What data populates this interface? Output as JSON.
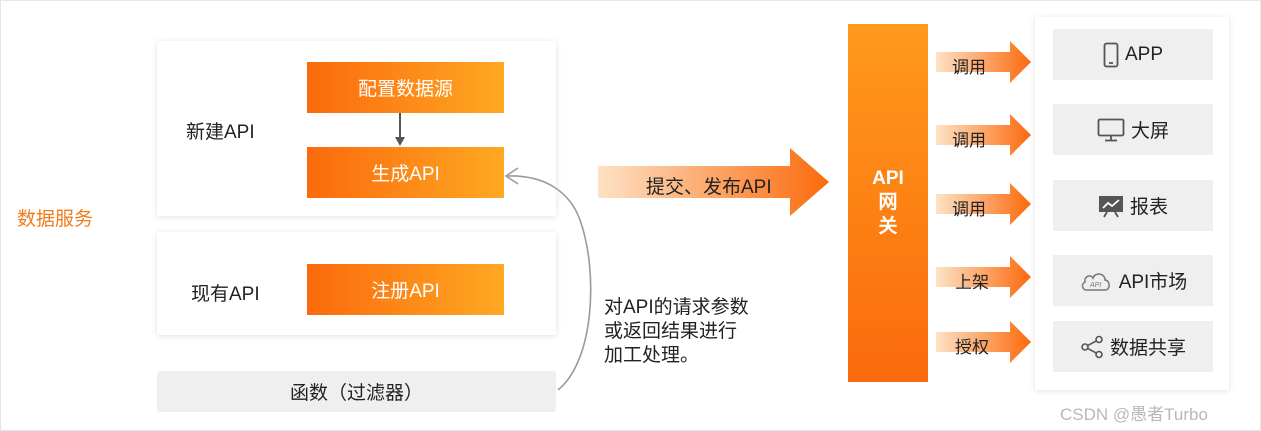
{
  "side_label": "数据服务",
  "new_api": {
    "label": "新建API",
    "step1": "配置数据源",
    "step2": "生成API"
  },
  "existing_api": {
    "label": "现有API",
    "button": "注册API"
  },
  "filter_label": "函数（过滤器）",
  "note_lines": [
    "对API的请求参数",
    "或返回结果进行",
    "加工处理。"
  ],
  "submit_label": "提交、发布API",
  "gateway_lines": [
    "API",
    "网",
    "关"
  ],
  "consumers": [
    {
      "arrow": "调用",
      "label": "APP",
      "icon": "phone-icon"
    },
    {
      "arrow": "调用",
      "label": "大屏",
      "icon": "monitor-icon"
    },
    {
      "arrow": "调用",
      "label": "报表",
      "icon": "report-icon"
    },
    {
      "arrow": "上架",
      "label": "API市场",
      "icon": "cloud-api-icon"
    },
    {
      "arrow": "授权",
      "label": "数据共享",
      "icon": "share-icon"
    }
  ],
  "watermark": "CSDN @愚者Turbo",
  "colors": {
    "accent": "#fb6a0c",
    "accent_light": "#fea823",
    "box_gray": "#efefef"
  }
}
